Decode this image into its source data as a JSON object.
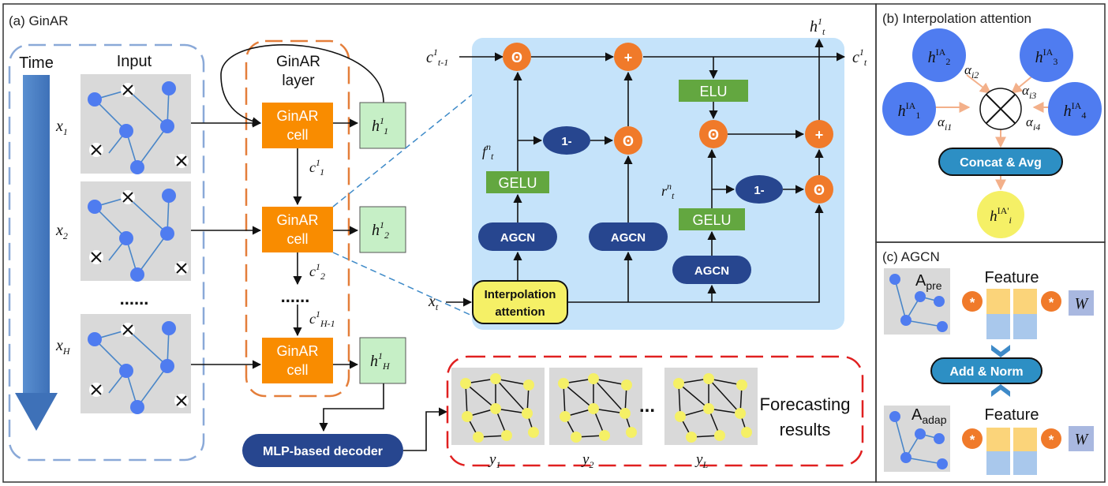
{
  "panel_a": {
    "title": "(a) GinAR",
    "time_label": "Time",
    "input_label": "Input",
    "x1": "x",
    "x1_sub": "1",
    "x2": "x",
    "x2_sub": "2",
    "xH": "x",
    "xH_sub": "H",
    "dots": "......",
    "layer_label_1": "GinAR",
    "layer_label_2": "layer",
    "cell_line1": "GinAR",
    "cell_line2": "cell",
    "h": "h",
    "h_sup": "1",
    "h1_sub": "1",
    "h2_sub": "2",
    "hH_sub": "H",
    "c1": "c",
    "c_sup": "1",
    "c1_sub": "1",
    "c2_sub": "2",
    "cH_sub": "H-1",
    "decoder": "MLP-based decoder",
    "forecast_1": "Forecasting",
    "forecast_2": "results",
    "y": "y",
    "y1_sub": "1",
    "y2_sub": "2",
    "yL_sub": "L",
    "ydots": "..."
  },
  "cell_detail": {
    "c_in": "c",
    "c_in_sup": "1",
    "c_in_sub": "t-1",
    "c_out": "c",
    "c_out_sup": "1",
    "c_out_sub": "t",
    "h_out": "h",
    "h_out_sup": "1",
    "h_out_sub": "t",
    "f": "f",
    "f_sup": "n",
    "f_sub": "t",
    "r": "r",
    "r_sup": "n",
    "r_sub": "t",
    "x_in": "x",
    "x_in_sub": "t",
    "gelu": "GELU",
    "elu": "ELU",
    "agcn": "AGCN",
    "one_minus": "1-",
    "hadamard": "ʘ",
    "plus": "+",
    "interp_1": "Interpolation",
    "interp_2": "attention"
  },
  "panel_b": {
    "title": "(b) Interpolation attention",
    "h": "h",
    "ia": "IA",
    "n1": "1",
    "n2": "2",
    "n3": "3",
    "n4": "4",
    "alpha": "α",
    "a1": "i1",
    "a2": "i2",
    "a3": "i3",
    "a4": "i4",
    "concat": "Concat & Avg",
    "out_sup": "IA'",
    "out_sub": "i"
  },
  "panel_c": {
    "title": "(c) AGCN",
    "a_pre": "A",
    "a_pre_sub": "pre",
    "a_adap": "A",
    "a_adap_sub": "adap",
    "feature": "Feature",
    "star": "*",
    "w": "W",
    "add_norm": "Add & Norm"
  },
  "colors": {
    "orange": "#f98c00",
    "op_orange": "#f07a2a",
    "green": "#63a740",
    "light_green": "#c6efc6",
    "navy": "#27468f",
    "blue_node": "#4f7cf0",
    "yellow_node": "#f5f066",
    "cell_bg": "#c5e3fa",
    "teal_btn": "#2d8fc4"
  }
}
